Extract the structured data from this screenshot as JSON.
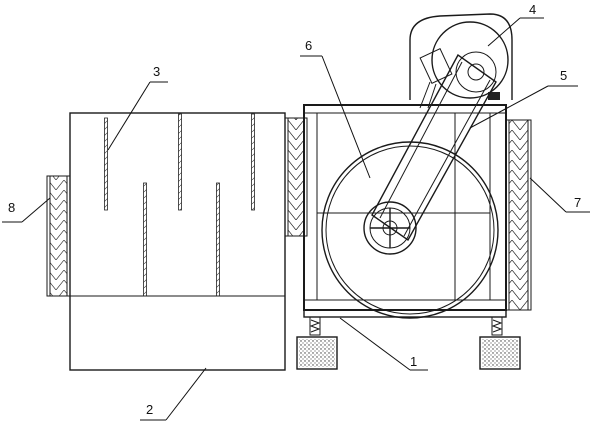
{
  "labels": {
    "l1": "1",
    "l2": "2",
    "l3": "3",
    "l4": "4",
    "l5": "5",
    "l6": "6",
    "l7": "7",
    "l8": "8"
  },
  "tiny_text": {
    "left_panel": "",
    "mid_panel": "",
    "right_panel": ""
  }
}
